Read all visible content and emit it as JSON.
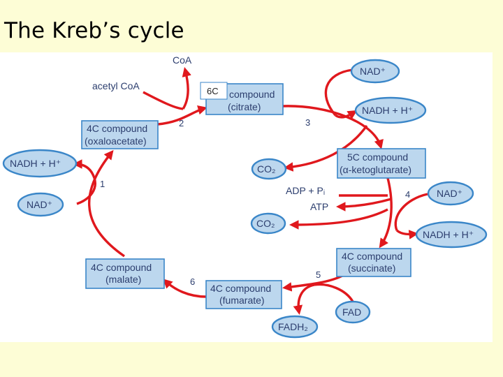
{
  "title": "The Kreb’s cycle",
  "compounds": {
    "citrate": {
      "line1": "compound",
      "line2": "(citrate)",
      "tag": "6C"
    },
    "ketoglutarate": {
      "line1": "5C compound",
      "line2": "(α-ketoglutarate)"
    },
    "succinate": {
      "line1": "4C compound",
      "line2": "(succinate)"
    },
    "fumarate": {
      "line1": "4C compound",
      "line2": "(fumarate)"
    },
    "malate": {
      "line1": "4C compound",
      "line2": "(malate)"
    },
    "oxaloacetate": {
      "line1": "4C compound",
      "line2": "(oxaloacetate)"
    }
  },
  "molecules": {
    "nad_step3": "NAD⁺",
    "nadh_step3": "NADH + H⁺",
    "co2_step3": "CO₂",
    "nad_step4": "NAD⁺",
    "nadh_step4": "NADH + H⁺",
    "co2_step4": "CO₂",
    "fad": "FAD",
    "fadh2": "FADH₂",
    "nadh_step1": "NADH + H⁺",
    "nad_step1": "NAD⁺"
  },
  "free_labels": {
    "acetyl_coa": "acetyl CoA",
    "coa": "CoA",
    "adp_pi": "ADP + Pᵢ",
    "atp": "ATP"
  },
  "steps": [
    "1",
    "2",
    "3",
    "4",
    "5",
    "6"
  ],
  "colors": {
    "arrow": "#e0181d",
    "box_fill": "#bcd7ee",
    "box_stroke": "#3a86c8",
    "text": "#2c3e6e",
    "background": "#fdfdd6"
  }
}
